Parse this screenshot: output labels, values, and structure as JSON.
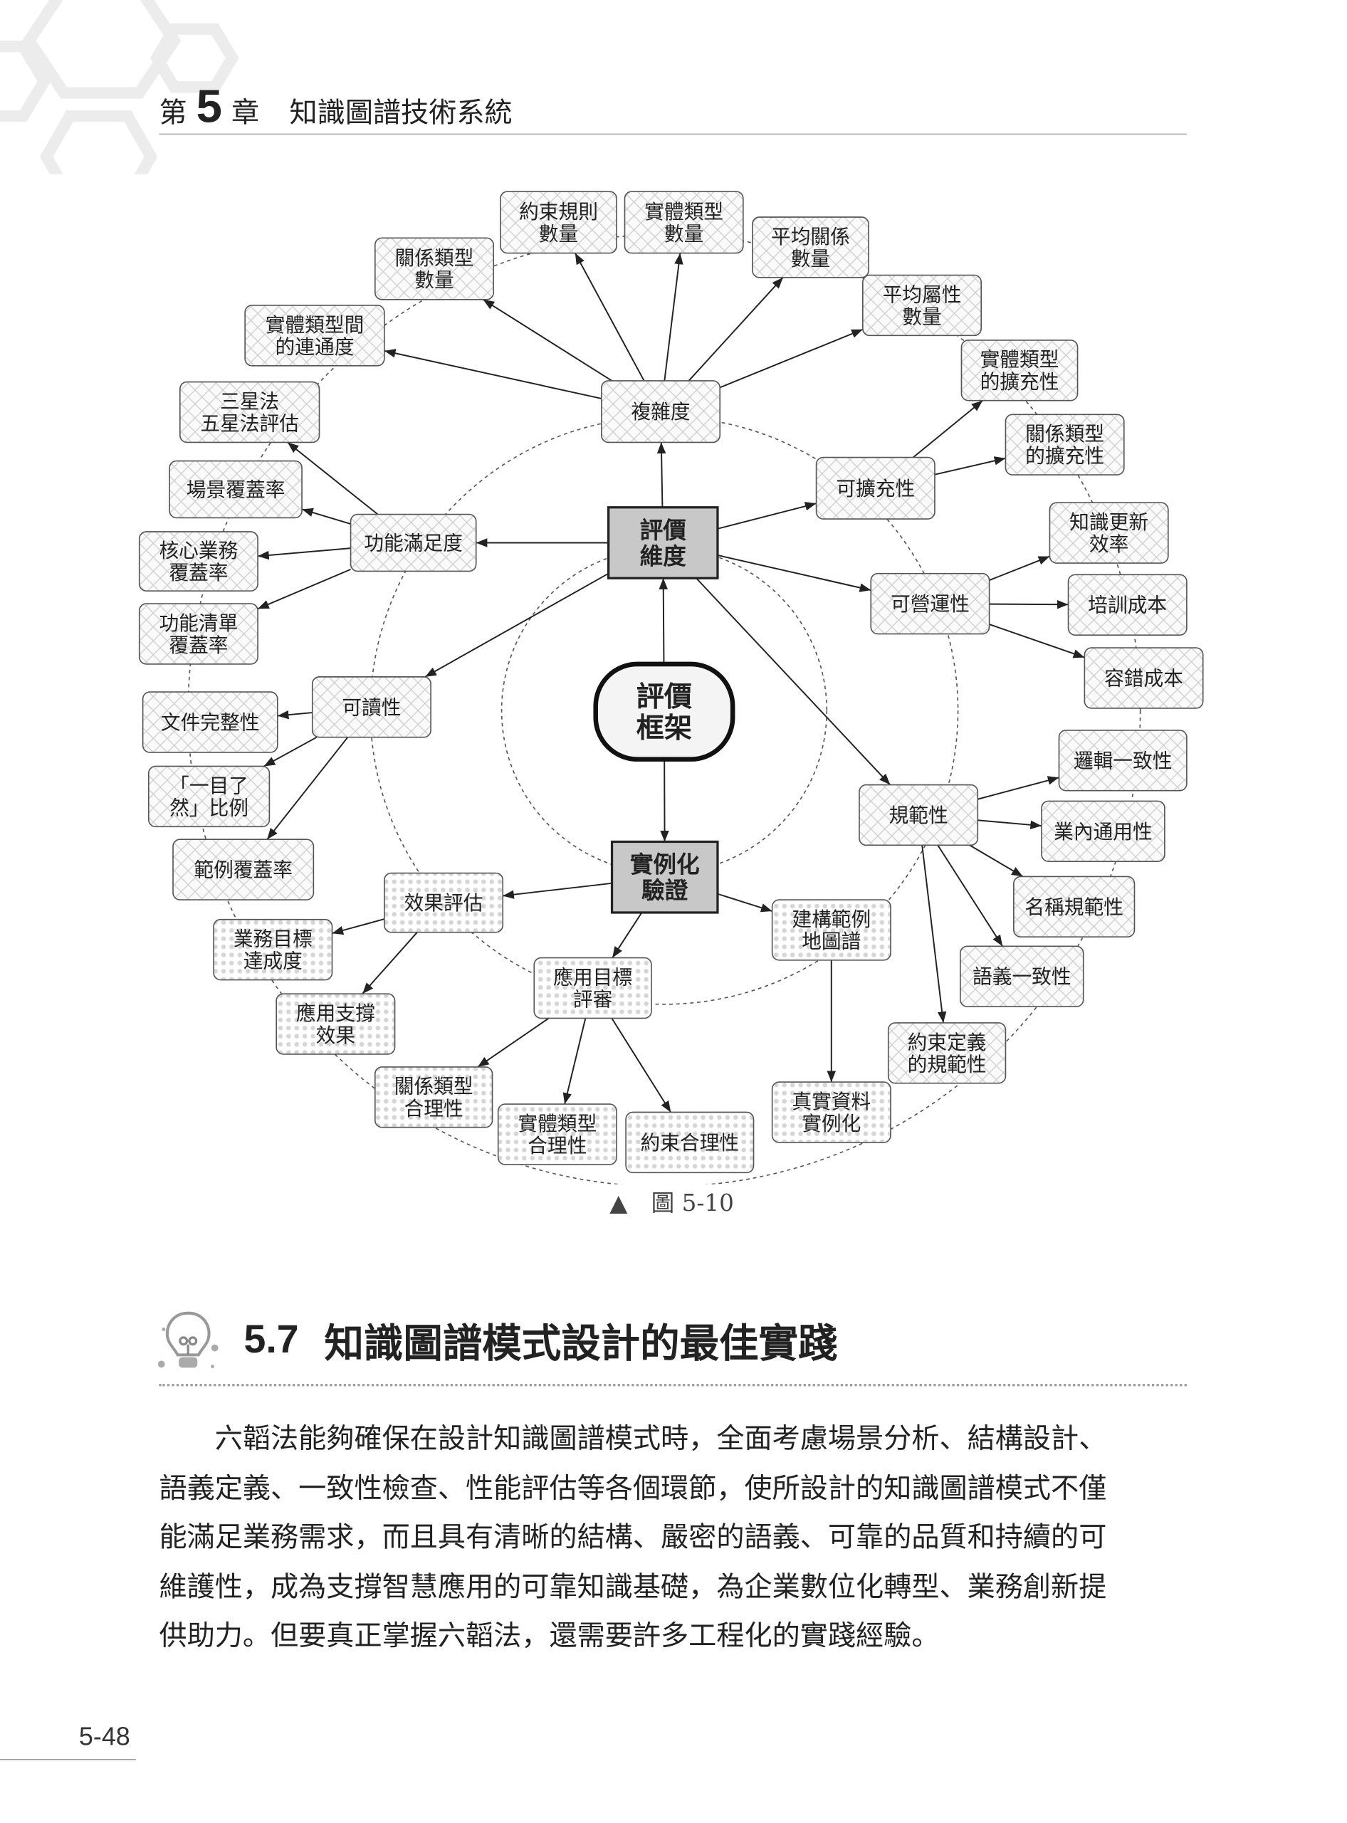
{
  "header": {
    "chapter_prefix": "第",
    "chapter_number": "5",
    "chapter_suffix": "章",
    "chapter_title": "知識圖譜技術系統"
  },
  "diagram": {
    "center": {
      "id": "framework",
      "lines": [
        "評價",
        "框架"
      ]
    },
    "nodes": [
      {
        "id": "dim",
        "lines": [
          "評價",
          "維度"
        ],
        "style": "main"
      },
      {
        "id": "val",
        "lines": [
          "實例化",
          "驗證"
        ],
        "style": "main"
      },
      {
        "id": "complexity",
        "lines": [
          "複雜度"
        ],
        "style": "hatch"
      },
      {
        "id": "rule_count",
        "lines": [
          "約束規則",
          "數量"
        ],
        "style": "hatch"
      },
      {
        "id": "etype_count",
        "lines": [
          "實體類型",
          "數量"
        ],
        "style": "hatch"
      },
      {
        "id": "avg_rel",
        "lines": [
          "平均關係",
          "數量"
        ],
        "style": "hatch"
      },
      {
        "id": "avg_attr",
        "lines": [
          "平均屬性",
          "數量"
        ],
        "style": "hatch"
      },
      {
        "id": "rtype_count",
        "lines": [
          "關係類型",
          "數量"
        ],
        "style": "hatch"
      },
      {
        "id": "connectivity",
        "lines": [
          "實體類型間",
          "的連通度"
        ],
        "style": "hatch"
      },
      {
        "id": "etype_ext",
        "lines": [
          "實體類型",
          "的擴充性"
        ],
        "style": "hatch"
      },
      {
        "id": "rtype_ext",
        "lines": [
          "關係類型",
          "的擴充性"
        ],
        "style": "hatch"
      },
      {
        "id": "scal",
        "lines": [
          "可擴充性"
        ],
        "style": "hatch"
      },
      {
        "id": "star",
        "lines": [
          "三星法",
          "五星法評估"
        ],
        "style": "hatch"
      },
      {
        "id": "scene",
        "lines": [
          "場景覆蓋率"
        ],
        "style": "hatch"
      },
      {
        "id": "func",
        "lines": [
          "功能滿足度"
        ],
        "style": "hatch"
      },
      {
        "id": "core",
        "lines": [
          "核心業務",
          "覆蓋率"
        ],
        "style": "hatch"
      },
      {
        "id": "funclist",
        "lines": [
          "功能清單",
          "覆蓋率"
        ],
        "style": "hatch"
      },
      {
        "id": "update",
        "lines": [
          "知識更新",
          "效率"
        ],
        "style": "hatch"
      },
      {
        "id": "ops",
        "lines": [
          "可營運性"
        ],
        "style": "hatch"
      },
      {
        "id": "training",
        "lines": [
          "培訓成本"
        ],
        "style": "hatch"
      },
      {
        "id": "fault",
        "lines": [
          "容錯成本"
        ],
        "style": "hatch"
      },
      {
        "id": "read",
        "lines": [
          "可讀性"
        ],
        "style": "hatch"
      },
      {
        "id": "doc",
        "lines": [
          "文件完整性"
        ],
        "style": "hatch"
      },
      {
        "id": "glance",
        "lines": [
          "「一目了",
          "然」比例"
        ],
        "style": "hatch"
      },
      {
        "id": "example",
        "lines": [
          "範例覆蓋率"
        ],
        "style": "hatch"
      },
      {
        "id": "logic",
        "lines": [
          "邏輯一致性"
        ],
        "style": "hatch"
      },
      {
        "id": "industry",
        "lines": [
          "業內通用性"
        ],
        "style": "hatch"
      },
      {
        "id": "naming",
        "lines": [
          "名稱規範性"
        ],
        "style": "hatch"
      },
      {
        "id": "norm",
        "lines": [
          "規範性"
        ],
        "style": "hatch"
      },
      {
        "id": "semantic",
        "lines": [
          "語義一致性"
        ],
        "style": "hatch"
      },
      {
        "id": "constraint_norm",
        "lines": [
          "約束定義",
          "的規範性"
        ],
        "style": "hatch"
      },
      {
        "id": "effect",
        "lines": [
          "效果評估"
        ],
        "style": "dots"
      },
      {
        "id": "biz",
        "lines": [
          "業務目標",
          "達成度"
        ],
        "style": "dots"
      },
      {
        "id": "support",
        "lines": [
          "應用支撐",
          "效果"
        ],
        "style": "dots"
      },
      {
        "id": "goal",
        "lines": [
          "應用目標",
          "評審"
        ],
        "style": "dots"
      },
      {
        "id": "build",
        "lines": [
          "建構範例",
          "地圖譜"
        ],
        "style": "dots"
      },
      {
        "id": "rel_reason",
        "lines": [
          "關係類型",
          "合理性"
        ],
        "style": "dots"
      },
      {
        "id": "ent_reason",
        "lines": [
          "實體類型",
          "合理性"
        ],
        "style": "dots"
      },
      {
        "id": "con_reason",
        "lines": [
          "約束合理性"
        ],
        "style": "dots"
      },
      {
        "id": "realdata",
        "lines": [
          "真實資料",
          "實例化"
        ],
        "style": "dots"
      }
    ]
  },
  "caption": {
    "marker": "▲",
    "text": "圖 5-10"
  },
  "section": {
    "icon": "lightbulb-icon",
    "number": "5.7",
    "title": "知識圖譜模式設計的最佳實踐"
  },
  "paragraph": {
    "lines": [
      "六韜法能夠確保在設計知識圖譜模式時，全面考慮場景分析、結構設計、",
      "語義定義、一致性檢查、性能評估等各個環節，使所設計的知識圖譜模式不僅",
      "能滿足業務需求，而且具有清晰的結構、嚴密的語義、可靠的品質和持續的可",
      "維護性，成為支撐智慧應用的可靠知識基礎，為企業數位化轉型、業務創新提",
      "供助力。但要真正掌握六韜法，還需要許多工程化的實踐經驗。"
    ]
  },
  "footer": {
    "page_number": "5-48"
  },
  "colors": {
    "main_fill": "#c8c8c8",
    "border": "#555555",
    "text": "#222222"
  }
}
